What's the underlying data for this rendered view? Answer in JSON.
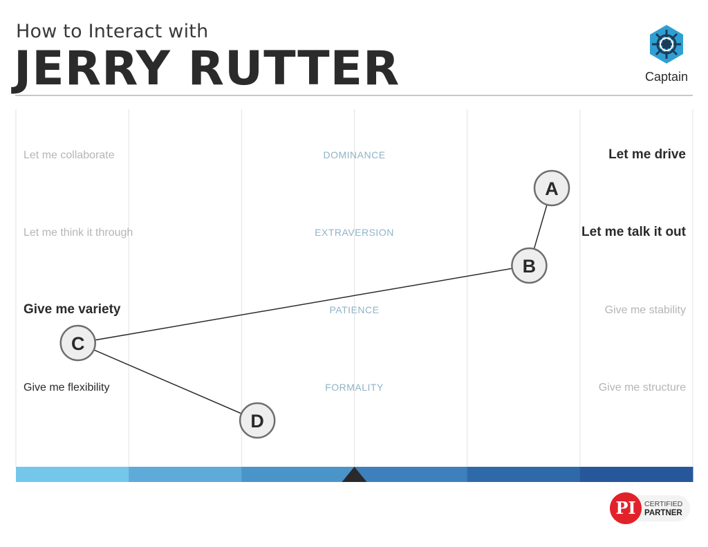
{
  "header": {
    "subtitle": "How to Interact with",
    "name": "JERRY RUTTER",
    "badge_label": "Captain",
    "badge_icon": "ship-wheel-icon"
  },
  "chart_data": {
    "type": "scatter",
    "x_range": [
      -3,
      3
    ],
    "factors": [
      {
        "label": "DOMINANCE",
        "left": "Let me collaborate",
        "right": "Let me drive",
        "bold_side": "right"
      },
      {
        "label": "EXTRAVERSION",
        "left": "Let me think it through",
        "right": "Let me talk it out",
        "bold_side": "right"
      },
      {
        "label": "PATIENCE",
        "left": "Give me variety",
        "right": "Give me stability",
        "bold_side": "left"
      },
      {
        "label": "FORMALITY",
        "left": "Give me flexibility",
        "right": "Give me structure",
        "bold_side": "left_light"
      }
    ],
    "points": [
      {
        "label": "A",
        "x": 1.75
      },
      {
        "label": "B",
        "x": 1.55
      },
      {
        "label": "C",
        "x": -2.45
      },
      {
        "label": "D",
        "x": -0.86
      }
    ],
    "band_colors": [
      "#74c7ea",
      "#5eaad9",
      "#4b94c9",
      "#3d80bb",
      "#2f6aa8",
      "#26579a"
    ]
  },
  "footer": {
    "logo_letters": "PI",
    "logo_line1": "CERTIFIED",
    "logo_line2": "PARTNER",
    "logo_color": "#e1222b"
  }
}
